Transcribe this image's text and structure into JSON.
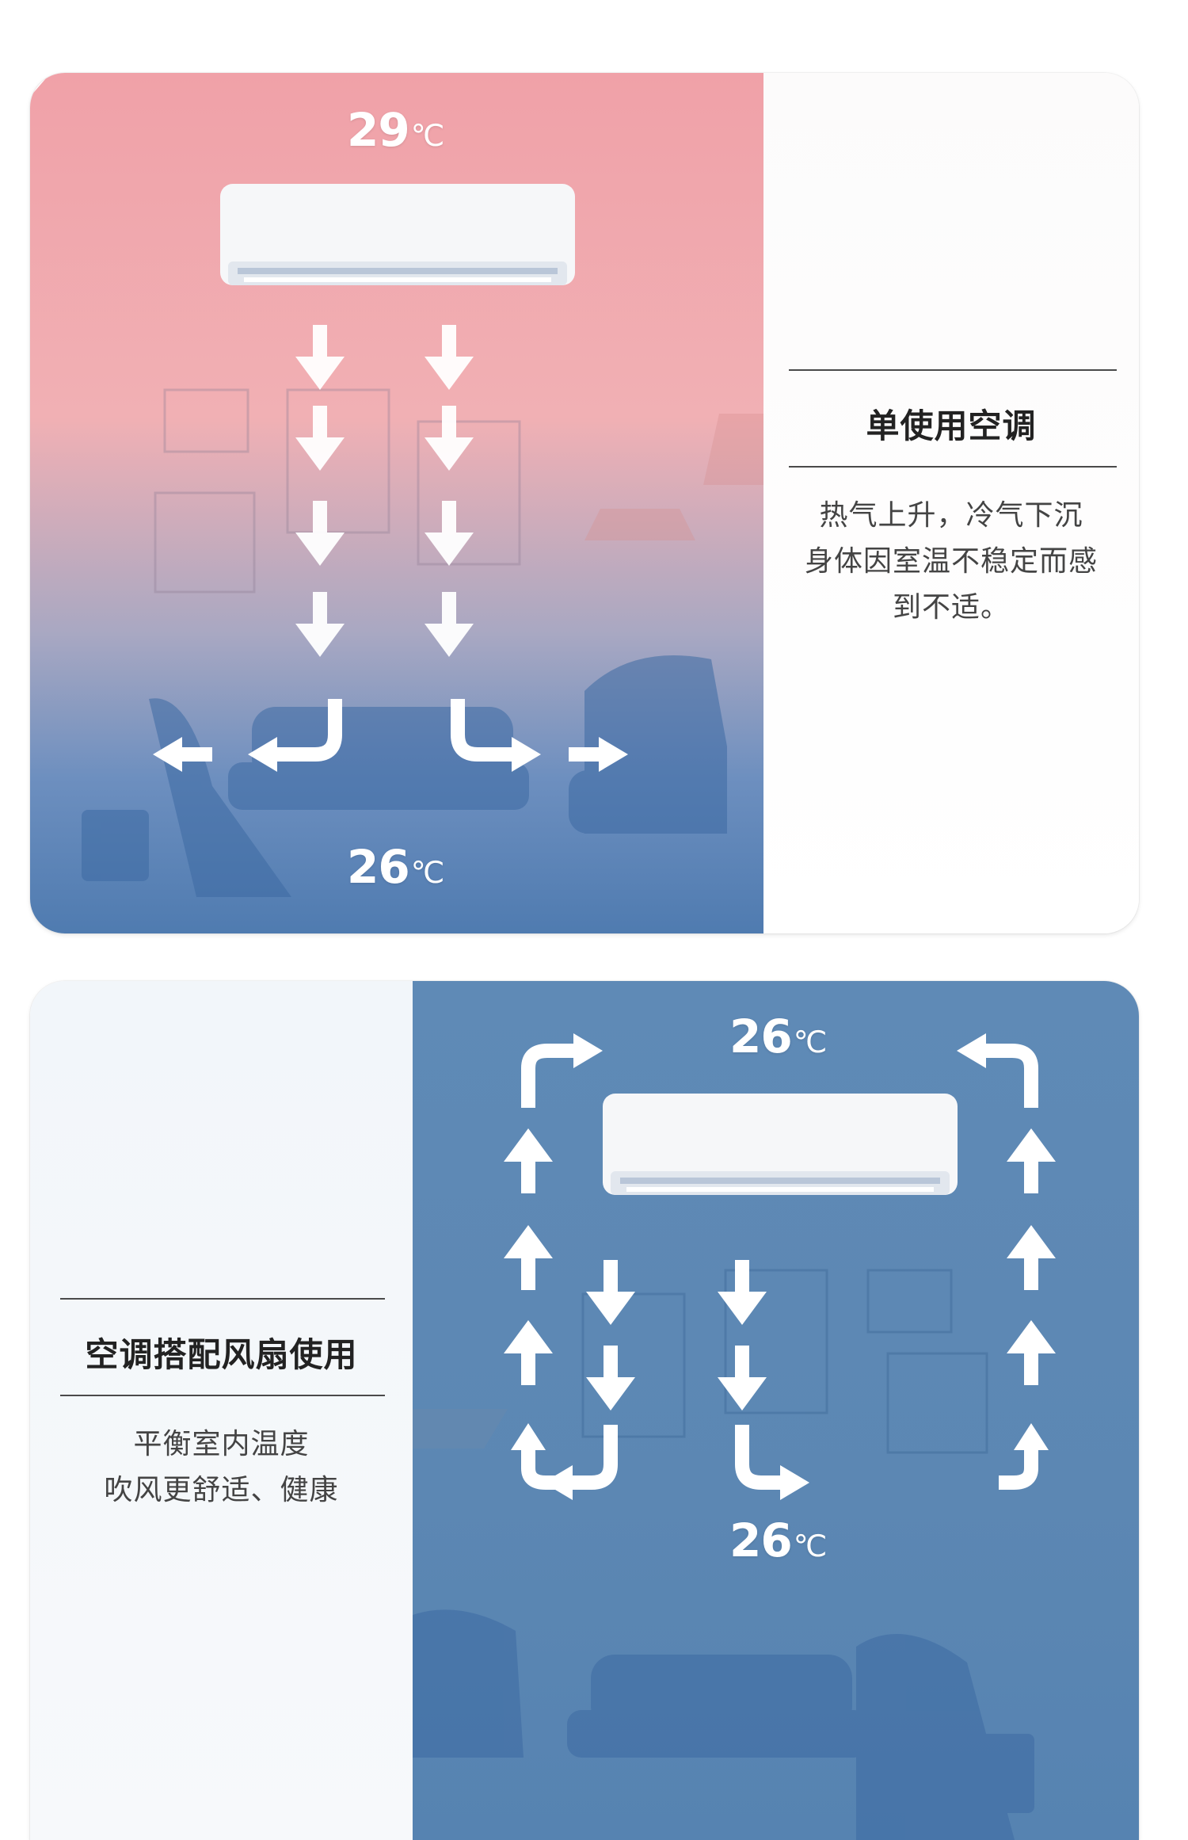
{
  "section_single": {
    "temp_top": "29",
    "temp_bottom": "26",
    "unit": "℃",
    "title": "单使用空调",
    "desc_lines": [
      "热气上升，冷气下沉",
      "身体因室温不稳定而感",
      "到不适。"
    ]
  },
  "section_combo": {
    "temp_top": "26",
    "temp_bottom": "26",
    "unit": "℃",
    "title": "空调搭配风扇使用",
    "desc_lines": [
      "平衡室内温度",
      "吹风更舒适、健康"
    ]
  },
  "colors": {
    "warm_top": "#f0a1a8",
    "cool_bottom": "#4f7bb0",
    "cool_scene": "#5c87b3",
    "arrow": "#ffffff"
  },
  "icons": [
    "air-conditioner-icon",
    "down-arrow-icon",
    "up-arrow-icon",
    "curved-arrow-icon"
  ]
}
